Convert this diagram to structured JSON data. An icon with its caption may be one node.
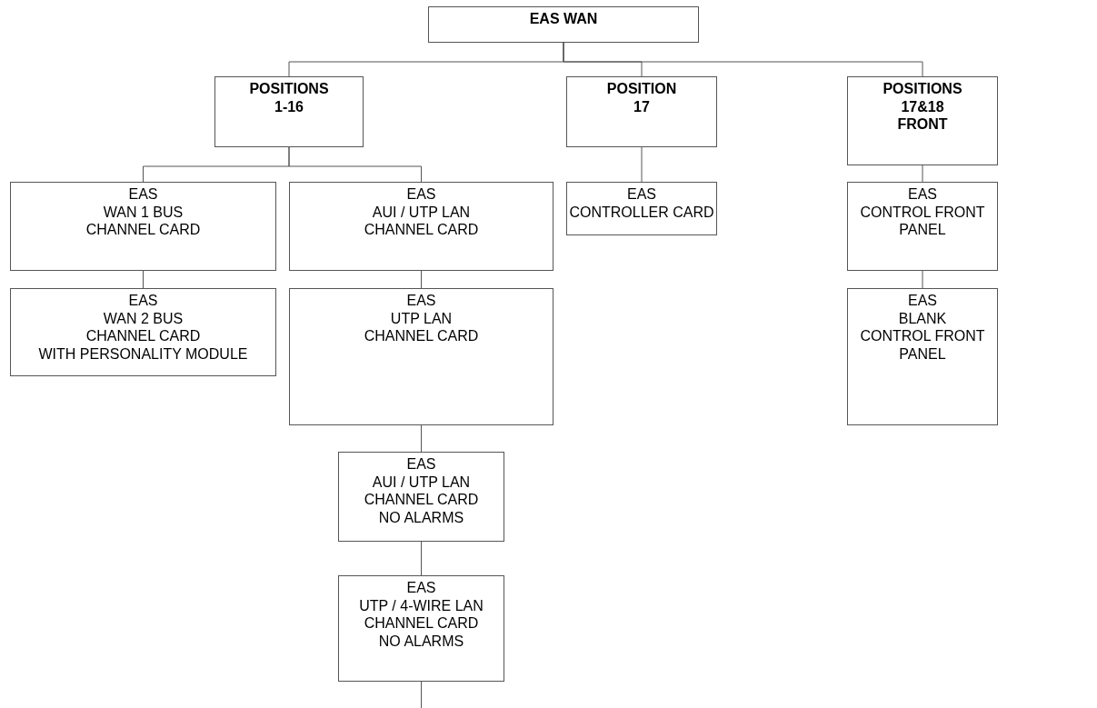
{
  "diagram": {
    "nodes": [
      {
        "text": [
          "EAS WAN"
        ]
      },
      {
        "text": [
          "POSITIONS",
          "1-16"
        ]
      },
      {
        "text": [
          "POSITION",
          "17"
        ]
      },
      {
        "text": [
          "POSITIONS",
          "17&18",
          "FRONT"
        ]
      },
      {
        "text": [
          "EAS",
          "WAN 1 BUS",
          "CHANNEL CARD"
        ]
      },
      {
        "text": [
          "EAS",
          "AUI / UTP LAN",
          "CHANNEL CARD"
        ]
      },
      {
        "text": [
          "EAS",
          "CONTROLLER CARD"
        ]
      },
      {
        "text": [
          "EAS",
          "CONTROL FRONT",
          "PANEL"
        ]
      },
      {
        "text": [
          "EAS",
          "WAN 2 BUS",
          "CHANNEL CARD",
          "WITH PERSONALITY MODULE"
        ]
      },
      {
        "text": [
          "EAS",
          "UTP LAN",
          "CHANNEL CARD"
        ]
      },
      {
        "text": [
          "EAS",
          "BLANK",
          "CONTROL FRONT",
          "PANEL"
        ]
      },
      {
        "text": [
          "EAS",
          "AUI / UTP LAN",
          "CHANNEL CARD",
          "NO ALARMS"
        ]
      },
      {
        "text": [
          "EAS",
          "UTP / 4-WIRE LAN",
          "CHANNEL CARD",
          "NO ALARMS"
        ]
      }
    ],
    "edges": [
      {
        "from": 0,
        "to": 1,
        "arrow": "none"
      },
      {
        "from": 0,
        "to": 2,
        "arrow": "none"
      },
      {
        "from": 0,
        "to": 3,
        "arrow": "none"
      },
      {
        "from": 1,
        "to": 4,
        "arrow": "none"
      },
      {
        "from": 1,
        "to": 5,
        "arrow": "none"
      },
      {
        "from": 2,
        "to": 6,
        "arrow": "none"
      },
      {
        "from": 3,
        "to": 7,
        "arrow": "none"
      },
      {
        "from": 4,
        "to": 8,
        "arrow": "none"
      },
      {
        "from": 5,
        "to": 9,
        "arrow": "none"
      },
      {
        "from": 7,
        "to": 10,
        "arrow": "none"
      },
      {
        "from": 9,
        "to": 11,
        "arrow": "none"
      },
      {
        "from": 11,
        "to": 12,
        "arrow": "none"
      },
      {
        "from": 12,
        "to": null,
        "arrow": "none"
      }
    ]
  }
}
